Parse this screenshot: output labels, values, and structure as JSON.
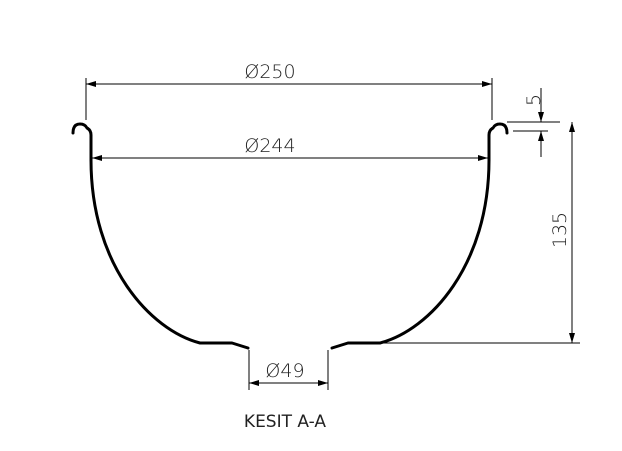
{
  "drawing": {
    "section_label": "KESIT A-A",
    "dimensions": {
      "outer_diameter": "Ø250",
      "inner_diameter": "Ø244",
      "bottom_hole_diameter": "Ø49",
      "lip_height": "5",
      "depth": "135"
    }
  }
}
